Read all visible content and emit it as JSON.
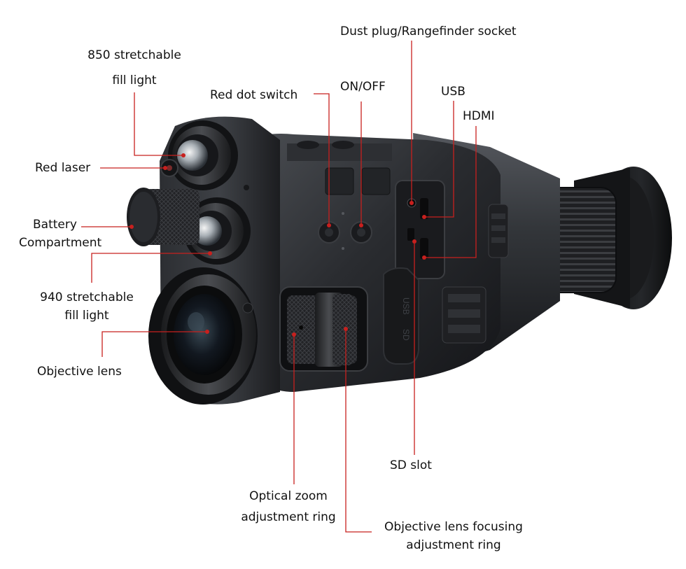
{
  "accent_color": "#c8201e",
  "labels": {
    "dust_plug": "Dust plug/Rangefinder socket",
    "fill_850_l1": "850 stretchable",
    "fill_850_l2": "fill light",
    "red_dot_switch": "Red dot switch",
    "on_off": "ON/OFF",
    "usb": "USB",
    "hdmi": "HDMI",
    "red_laser": "Red laser",
    "battery_l1": "Battery",
    "battery_l2": "Compartment",
    "fill_940_l1": "940 stretchable",
    "fill_940_l2": "fill light",
    "objective_lens": "Objective lens",
    "sd_slot": "SD slot",
    "optical_zoom_l1": "Optical zoom",
    "optical_zoom_l2": "adjustment ring",
    "focus_l1": "Objective lens focusing",
    "focus_l2": "adjustment ring"
  },
  "device": {
    "port_usb_text": "USB",
    "port_sd_text": "SD"
  }
}
